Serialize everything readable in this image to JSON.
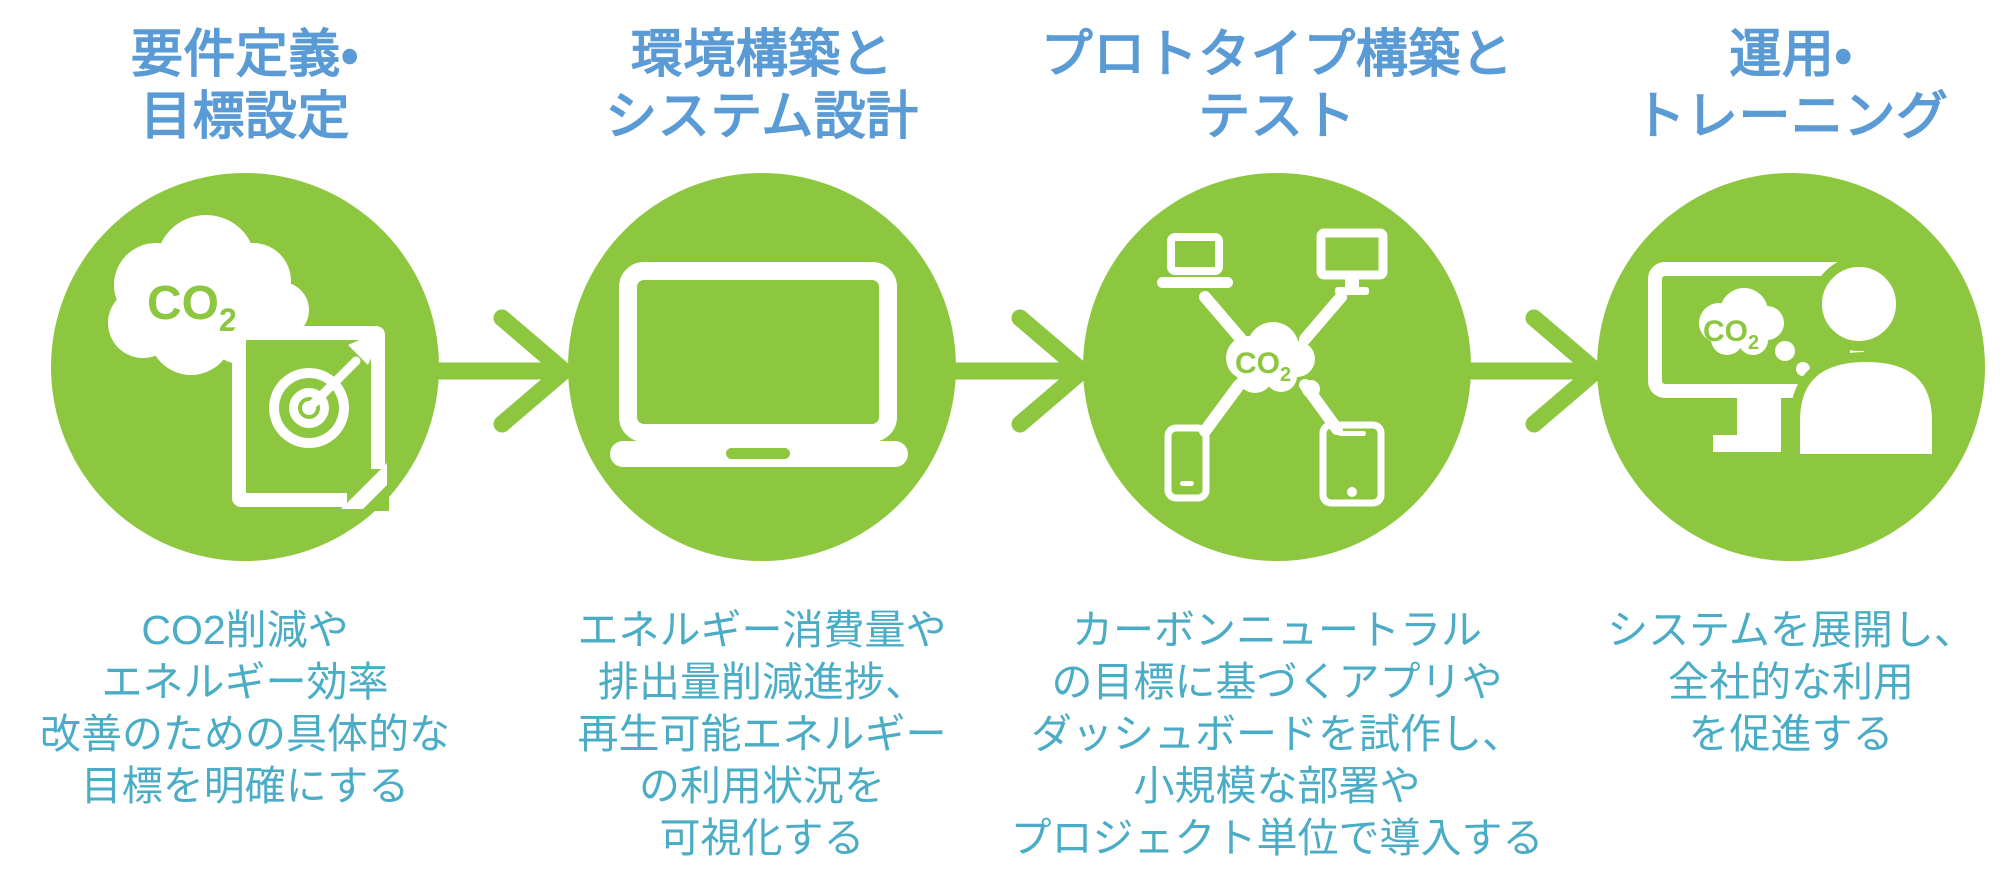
{
  "diagram": {
    "colors": {
      "circle_green": "#8dc63f",
      "title_blue": "#5b9bd5",
      "description_teal": "#4bacc6",
      "icon_white": "#ffffff"
    },
    "co2_label": {
      "main": "CO",
      "sub": "2"
    },
    "arrow_icon": "right-arrow",
    "steps": [
      {
        "title_lines": [
          "要件定義・",
          "目標設定"
        ],
        "icon": "co2-cloud-and-target-document",
        "description_lines": [
          "CO2削減や",
          "エネルギー効率",
          "改善のための具体的な",
          "目標を明確にする"
        ]
      },
      {
        "title_lines": [
          "環境構築と",
          "システム設計"
        ],
        "icon": "laptop",
        "description_lines": [
          "エネルギー消費量や",
          "排出量削減進捗、",
          "再生可能エネルギー",
          "の利用状況を",
          "可視化する"
        ]
      },
      {
        "title_lines": [
          "プロトタイプ構築と",
          "テスト"
        ],
        "icon": "co2-cloud-device-network",
        "description_lines": [
          "カーボンニュートラル",
          "の目標に基づくアプリや",
          "ダッシュボードを試作し、",
          "小規模な部署や",
          "プロジェクト単位で導入する"
        ]
      },
      {
        "title_lines": [
          "運用・",
          "トレーニング"
        ],
        "icon": "monitor-co2-and-trainee-person",
        "description_lines": [
          "システムを展開し、",
          "全社的な利用",
          "を促進する"
        ]
      }
    ]
  }
}
